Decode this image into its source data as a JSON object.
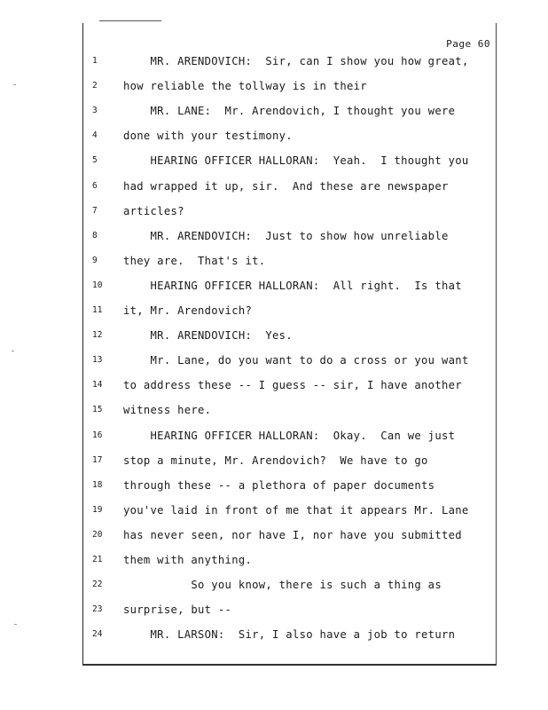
{
  "page": {
    "page_number": "Page 60"
  },
  "lines": [
    {
      "num": "1",
      "text": "    MR. ARENDOVICH:  Sir, can I show you how great,"
    },
    {
      "num": "2",
      "text": "how reliable the tollway is in their"
    },
    {
      "num": "3",
      "text": "    MR. LANE:  Mr. Arendovich, I thought you were"
    },
    {
      "num": "4",
      "text": "done with your testimony."
    },
    {
      "num": "5",
      "text": "    HEARING OFFICER HALLORAN:  Yeah.  I thought you"
    },
    {
      "num": "6",
      "text": "had wrapped it up, sir.  And these are newspaper"
    },
    {
      "num": "7",
      "text": "articles?"
    },
    {
      "num": "8",
      "text": "    MR. ARENDOVICH:  Just to show how unreliable"
    },
    {
      "num": "9",
      "text": "they are.  That's it."
    },
    {
      "num": "10",
      "text": "    HEARING OFFICER HALLORAN:  All right.  Is that"
    },
    {
      "num": "11",
      "text": "it, Mr. Arendovich?"
    },
    {
      "num": "12",
      "text": "    MR. ARENDOVICH:  Yes."
    },
    {
      "num": "13",
      "text": "    Mr. Lane, do you want to do a cross or you want"
    },
    {
      "num": "14",
      "text": "to address these -- I guess -- sir, I have another"
    },
    {
      "num": "15",
      "text": "witness here."
    },
    {
      "num": "16",
      "text": "    HEARING OFFICER HALLORAN:  Okay.  Can we just"
    },
    {
      "num": "17",
      "text": "stop a minute, Mr. Arendovich?  We have to go"
    },
    {
      "num": "18",
      "text": "through these -- a plethora of paper documents"
    },
    {
      "num": "19",
      "text": "you've laid in front of me that it appears Mr. Lane"
    },
    {
      "num": "20",
      "text": "has never seen, nor have I, nor have you submitted"
    },
    {
      "num": "21",
      "text": "them with anything."
    },
    {
      "num": "22",
      "text": "          So you know, there is such a thing as"
    },
    {
      "num": "23",
      "text": "surprise, but --"
    },
    {
      "num": "24",
      "text": "    MR. LARSON:  Sir, I also have a job to return"
    }
  ]
}
